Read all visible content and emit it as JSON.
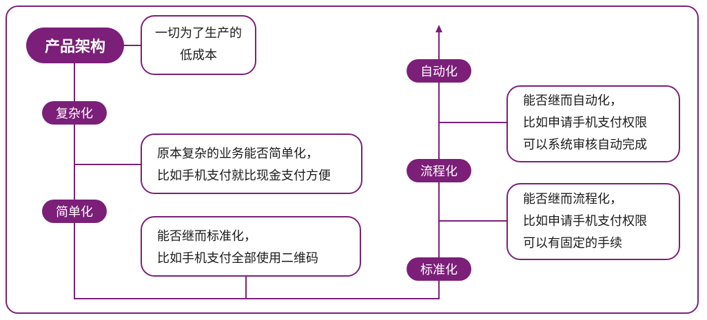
{
  "title": "产品架构",
  "intro": {
    "lines": [
      "一切为了生产的",
      "低成本"
    ]
  },
  "left_stages": [
    {
      "label": "复杂化"
    },
    {
      "label": "简单化"
    }
  ],
  "right_stages": [
    {
      "label": "自动化"
    },
    {
      "label": "流程化"
    },
    {
      "label": "标准化"
    }
  ],
  "left_notes": [
    {
      "lines": [
        "原本复杂的业务能否简单化，",
        "比如手机支付就比现金支付方便"
      ]
    },
    {
      "lines": [
        "能否继而标准化，",
        "比如手机支付全部使用二维码"
      ]
    }
  ],
  "right_notes": [
    {
      "lines": [
        "能否继而自动化，",
        "比如申请手机支付权限",
        "可以系统审核自动完成"
      ]
    },
    {
      "lines": [
        "能否继而流程化，",
        "比如申请手机支付权限",
        "可以有固定的手续"
      ]
    }
  ],
  "colors": {
    "accent": "#7b1f78",
    "text": "#1a1a1a",
    "background": "#ffffff"
  }
}
